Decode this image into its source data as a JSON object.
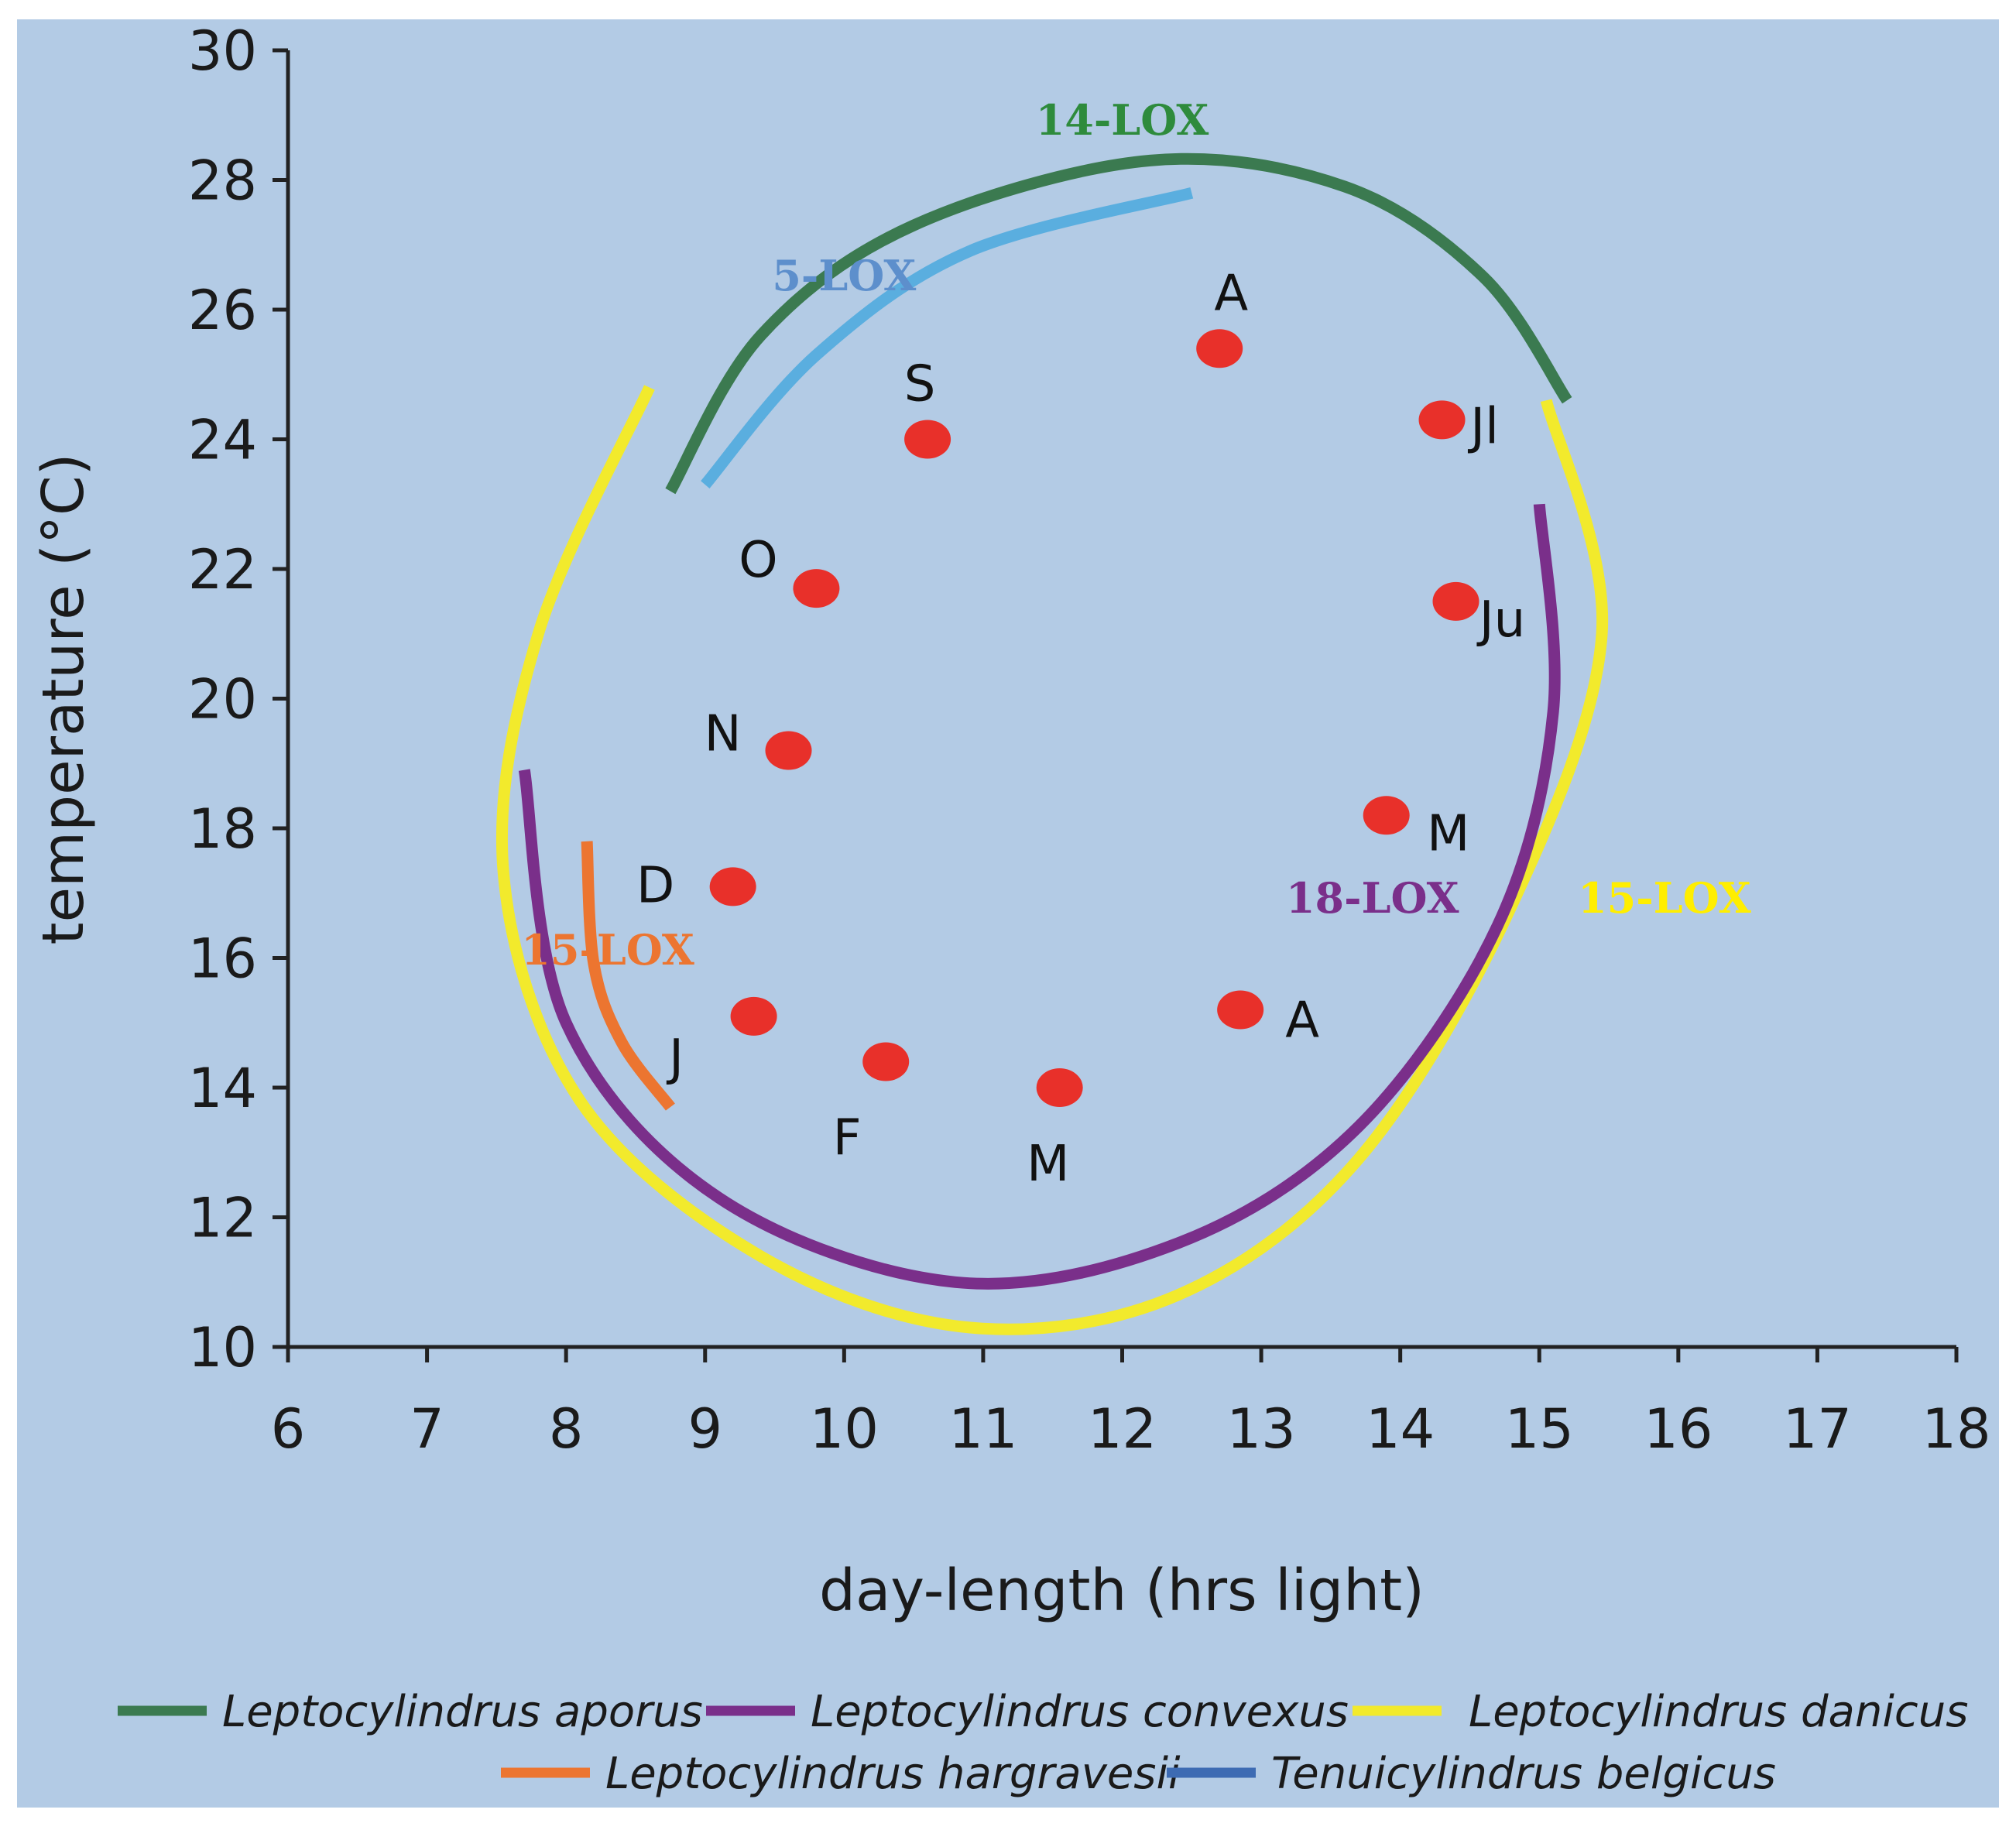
{
  "colors": {
    "background": "#b3cbe5",
    "axis": "#222222",
    "point": "#e8302a",
    "aporus": "#3b7a50",
    "convexus": "#7a2f8a",
    "danicus": "#f2ea2c",
    "hargravesii": "#ec7530",
    "belgicus_arc": "#5aaedf",
    "belgicus_legend": "#3d6bb3",
    "label_14lox": "#2e8b3c",
    "label_5lox": "#5d8fcc",
    "label_18lox": "#7a2f8a",
    "label_15lox_yellow": "#ffee00",
    "label_15lox_orange": "#ec7530"
  },
  "chart_data": {
    "type": "scatter",
    "title": "",
    "xlabel": "day-length (hrs light)",
    "ylabel": "temperature (°C)",
    "xlim": [
      6,
      18
    ],
    "ylim": [
      10,
      30
    ],
    "xticks": [
      6,
      7,
      8,
      9,
      10,
      11,
      12,
      13,
      14,
      15,
      16,
      17,
      18
    ],
    "yticks": [
      10,
      12,
      14,
      16,
      18,
      20,
      22,
      24,
      26,
      28,
      30
    ],
    "grid": false,
    "legend_position": "bottom",
    "points": [
      {
        "label": "J",
        "x": 9.35,
        "y": 15.1
      },
      {
        "label": "F",
        "x": 10.3,
        "y": 14.4
      },
      {
        "label": "M",
        "x": 11.55,
        "y": 14.0
      },
      {
        "label": "A",
        "x": 12.85,
        "y": 15.2
      },
      {
        "label": "M",
        "x": 13.9,
        "y": 18.2
      },
      {
        "label": "Ju",
        "x": 14.4,
        "y": 21.5
      },
      {
        "label": "Jl",
        "x": 14.3,
        "y": 24.3
      },
      {
        "label": "A",
        "x": 12.7,
        "y": 25.4
      },
      {
        "label": "S",
        "x": 10.6,
        "y": 24.0
      },
      {
        "label": "O",
        "x": 9.8,
        "y": 21.7
      },
      {
        "label": "N",
        "x": 9.6,
        "y": 19.2
      },
      {
        "label": "D",
        "x": 9.2,
        "y": 17.1
      }
    ],
    "curves": [
      {
        "name": "Leptocylindrus aporus",
        "enzyme": "14-LOX",
        "colorKey": "aporus",
        "path": [
          [
            8.75,
            23.2
          ],
          [
            9.4,
            25.6
          ],
          [
            10.5,
            27.3
          ],
          [
            12.2,
            28.3
          ],
          [
            13.6,
            27.9
          ],
          [
            14.6,
            26.5
          ],
          [
            15.2,
            24.6
          ]
        ]
      },
      {
        "name": "Tenuicylindrus belgicus",
        "enzyme": "5-LOX",
        "colorKey": "belgicus_arc",
        "path": [
          [
            9.0,
            23.3
          ],
          [
            9.8,
            25.3
          ],
          [
            10.9,
            26.9
          ],
          [
            12.5,
            27.8
          ]
        ]
      },
      {
        "name": "Leptocylindrus danicus",
        "enzyme": "15-LOX",
        "colorKey": "danicus",
        "path": [
          [
            8.6,
            24.8
          ],
          [
            7.8,
            21.0
          ],
          [
            7.55,
            17.3
          ],
          [
            8.1,
            13.8
          ],
          [
            9.4,
            11.4
          ],
          [
            10.9,
            10.3
          ],
          [
            12.4,
            10.8
          ],
          [
            13.7,
            12.9
          ],
          [
            14.8,
            16.8
          ],
          [
            15.45,
            21.0
          ],
          [
            15.05,
            24.6
          ]
        ]
      },
      {
        "name": "Leptocylindrus convexus",
        "enzyme": "18-LOX",
        "colorKey": "convexus",
        "path": [
          [
            7.7,
            18.9
          ],
          [
            8.0,
            15.0
          ],
          [
            9.1,
            12.3
          ],
          [
            10.8,
            11.0
          ],
          [
            12.4,
            11.6
          ],
          [
            13.7,
            13.4
          ],
          [
            14.7,
            16.5
          ],
          [
            15.1,
            19.8
          ],
          [
            15.0,
            23.0
          ]
        ]
      },
      {
        "name": "Leptocylindrus hargravesii",
        "enzyme": "15-LOX",
        "colorKey": "hargravesii",
        "path": [
          [
            8.15,
            17.8
          ],
          [
            8.2,
            15.9
          ],
          [
            8.4,
            14.7
          ],
          [
            8.75,
            13.7
          ]
        ]
      }
    ],
    "curve_labels": [
      {
        "text": "14-LOX",
        "x": 12.0,
        "y": 28.7,
        "colorKey": "label_14lox"
      },
      {
        "text": "5-LOX",
        "x": 10.0,
        "y": 26.3,
        "colorKey": "label_5lox"
      },
      {
        "text": "18-LOX",
        "x": 13.8,
        "y": 16.7,
        "colorKey": "label_18lox"
      },
      {
        "text": "15-LOX",
        "x": 15.9,
        "y": 16.7,
        "colorKey": "label_15lox_yellow"
      },
      {
        "text": "15-LOX",
        "x": 8.3,
        "y": 15.9,
        "colorKey": "label_15lox_orange"
      }
    ],
    "legend": [
      [
        {
          "name": "Leptocylindrus aporus",
          "colorKey": "aporus"
        },
        {
          "name": "Leptocylindrus convexus",
          "colorKey": "convexus"
        },
        {
          "name": "Leptocylindrus danicus",
          "colorKey": "danicus"
        }
      ],
      [
        {
          "name": "Leptocylindrus hargravesii",
          "colorKey": "hargravesii"
        },
        {
          "name": "Tenuicylindrus belgicus",
          "colorKey": "belgicus_legend"
        }
      ]
    ]
  }
}
